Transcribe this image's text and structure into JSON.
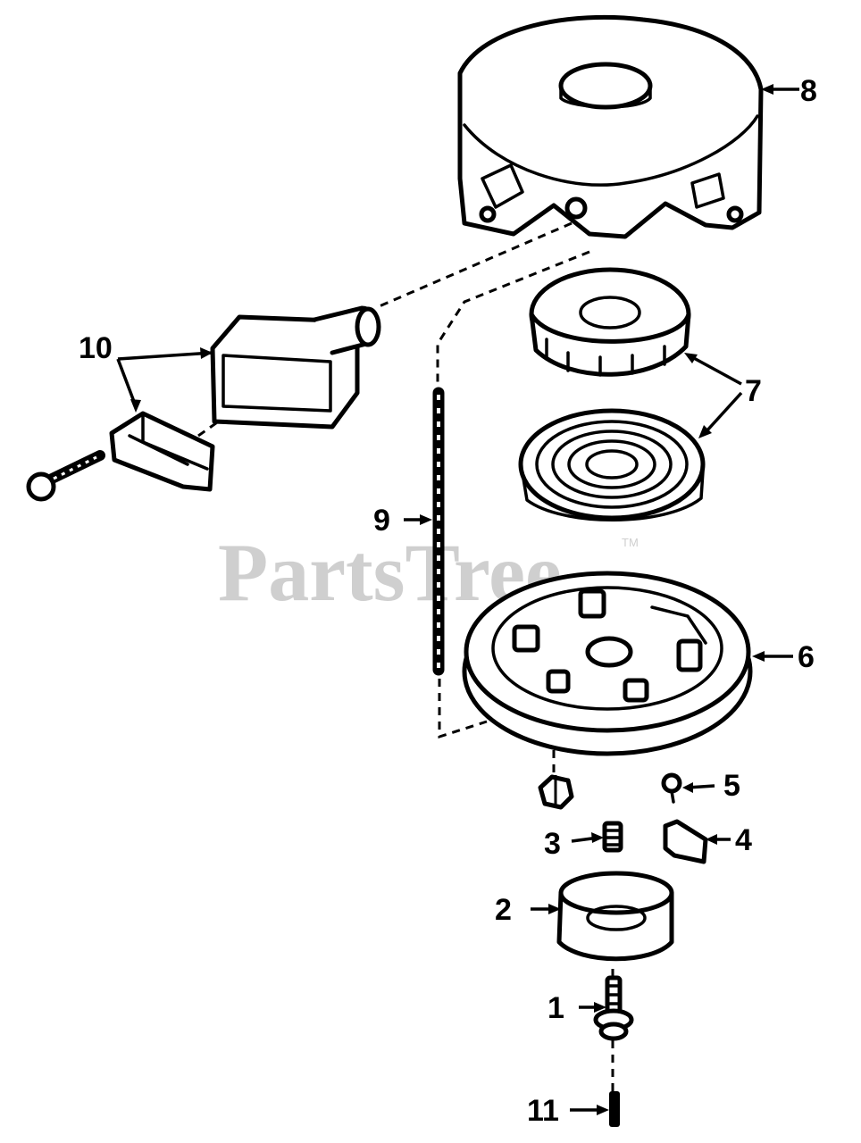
{
  "watermark": {
    "text": "PartsTree",
    "trademark": "TM"
  },
  "callouts": {
    "c1": "1",
    "c2": "2",
    "c3": "3",
    "c4": "4",
    "c5": "5",
    "c6": "6",
    "c7": "7",
    "c8": "8",
    "c9": "9",
    "c10": "10",
    "c11": "11"
  },
  "colors": {
    "ink": "#000000",
    "paper": "#ffffff",
    "watermark": "#cfcfcf"
  }
}
